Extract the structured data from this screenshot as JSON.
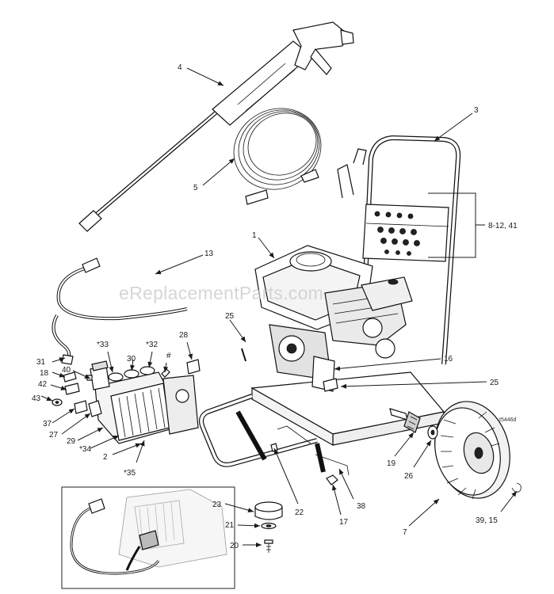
{
  "watermark": "eReplacementParts.com",
  "diagram_code": "t5446d",
  "callouts": {
    "c1": "1",
    "c2": "2",
    "c3": "3",
    "c4": "4",
    "c5": "5",
    "c7": "7",
    "c8_12_41": "8-12, 41",
    "c13": "13",
    "c16": "16",
    "c17": "17",
    "c18": "18",
    "c19": "19",
    "c20": "20",
    "c21": "21",
    "c22": "22",
    "c23": "23",
    "c25a": "25",
    "c25b": "25",
    "c26": "26",
    "c27": "27",
    "c28": "28",
    "c29": "29",
    "c30": "30",
    "c31": "31",
    "c32": "*32",
    "c33": "*33",
    "c34": "*34",
    "c35": "*35",
    "c37": "37",
    "c38": "38",
    "c39_15": "39, 15",
    "c40": "40",
    "c42": "42",
    "c43": "43",
    "chash": "#"
  }
}
